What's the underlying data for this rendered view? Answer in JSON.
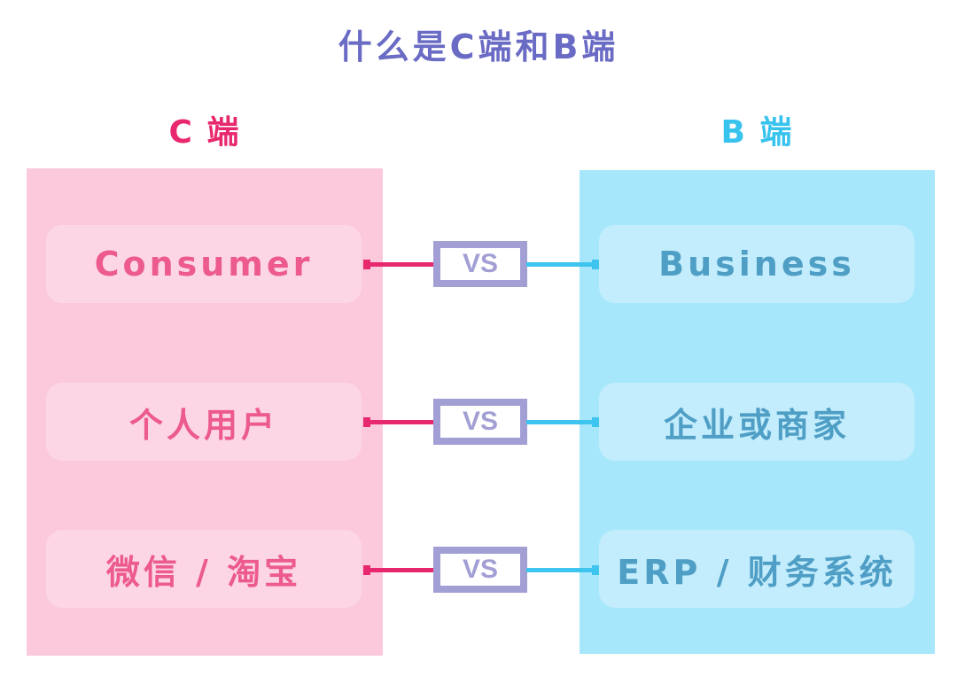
{
  "title": "什么是C端和B端",
  "columns": {
    "c": {
      "heading": "C 端",
      "color": "#e8286e",
      "panel_color": "#fbc8dc"
    },
    "b": {
      "heading": "B 端",
      "color": "#38c3ef",
      "panel_color": "#a6e7fb"
    }
  },
  "rows": [
    {
      "c_label": "Consumer",
      "vs": "VS",
      "b_label": "Business"
    },
    {
      "c_label": "个人用户",
      "vs": "VS",
      "b_label": "企业或商家"
    },
    {
      "c_label": "微信 / 淘宝",
      "vs": "VS",
      "b_label": "ERP / 财务系统"
    }
  ],
  "vs_color": "#a29fd4"
}
